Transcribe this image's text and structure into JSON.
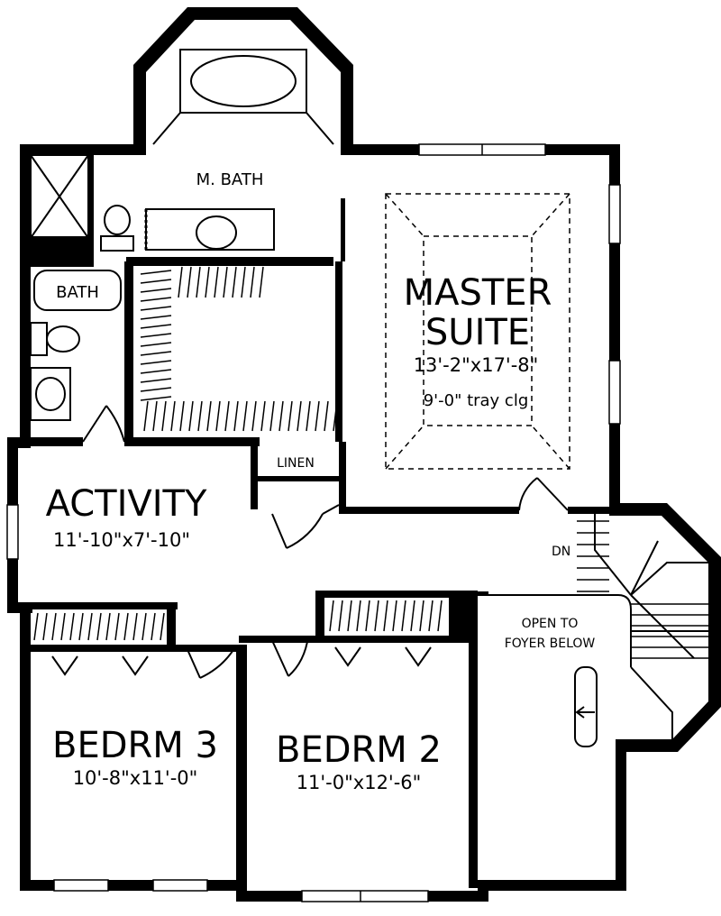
{
  "rooms": {
    "master_bath": {
      "name": "M. BATH"
    },
    "master_suite": {
      "name_line1": "MASTER",
      "name_line2": "SUITE",
      "dims": "13'-2\"x17'-8\"",
      "ceiling": "9'-0\" tray clg"
    },
    "bath": {
      "name": "BATH"
    },
    "linen": {
      "name": "LINEN"
    },
    "activity": {
      "name": "ACTIVITY",
      "dims": "11'-10\"x7'-10\""
    },
    "bedroom3": {
      "name": "BEDRM 3",
      "dims": "10'-8\"x11'-0\""
    },
    "bedroom2": {
      "name": "BEDRM 2",
      "dims": "11'-0\"x12'-6\""
    },
    "open_foyer": {
      "line1": "OPEN TO",
      "line2": "FOYER BELOW"
    }
  },
  "stairs": {
    "label": "DN"
  }
}
